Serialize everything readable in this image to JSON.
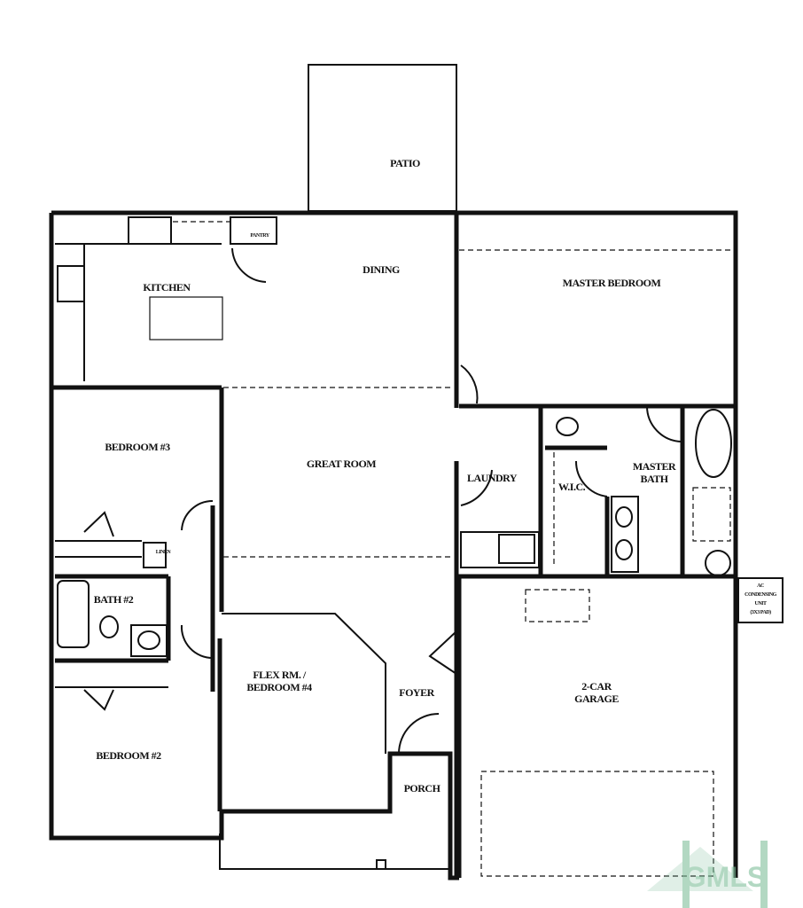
{
  "rooms": {
    "patio": "PATIO",
    "kitchen": "KITCHEN",
    "pantry": "PANTRY",
    "dining": "DINING",
    "master_bedroom": "MASTER BEDROOM",
    "bedroom3": "BEDROOM #3",
    "great_room": "GREAT ROOM",
    "laundry": "LAUNDRY",
    "wic": "W.I.C.",
    "master_bath": [
      "MASTER",
      "BATH"
    ],
    "linen": "LINEN",
    "bath2": "BATH #2",
    "flex": [
      "FLEX RM. /",
      "BEDROOM #4"
    ],
    "foyer": "FOYER",
    "garage": [
      "2-CAR",
      "GARAGE"
    ],
    "bedroom2": "BEDROOM #2",
    "porch": "PORCH",
    "ac_unit": [
      "AC",
      "CONDENSING",
      "UNIT",
      "(3X3 PAD)"
    ]
  },
  "watermark": {
    "text": "GMLS",
    "color": "#7fbf9a"
  },
  "colors": {
    "walls": "#111111",
    "background": "#ffffff"
  }
}
